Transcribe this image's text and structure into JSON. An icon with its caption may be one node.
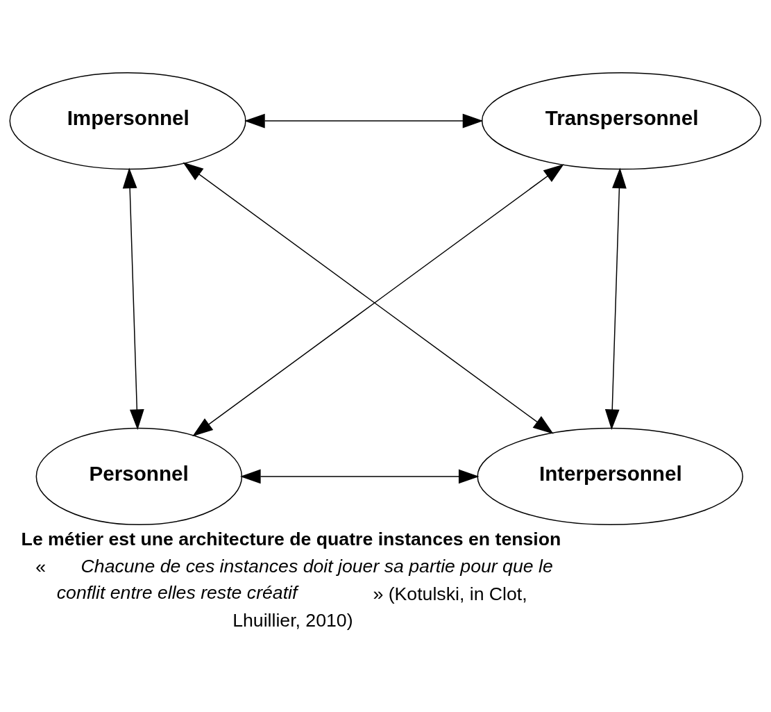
{
  "diagram": {
    "caption": "**Le métier est une architecture de quatre instances en tension** « *Chacune de ces instances doit jouer sa partie pour que le conflit entre elles reste créatif* » (Kotulski, in Clot, Lhuillier, 2010)",
    "nodes": [
      {
        "text": [
          "Impersonnel"
        ]
      },
      {
        "text": [
          "Transpersonnel"
        ]
      },
      {
        "text": [
          "Personnel"
        ]
      },
      {
        "text": [
          "Interpersonnel"
        ]
      }
    ],
    "edges": [
      {
        "from": 0,
        "to": 1,
        "arrow": "both"
      },
      {
        "from": 0,
        "to": 2,
        "arrow": "both"
      },
      {
        "from": 0,
        "to": 3,
        "arrow": "both"
      },
      {
        "from": 1,
        "to": 2,
        "arrow": "both"
      },
      {
        "from": 1,
        "to": 3,
        "arrow": "both"
      },
      {
        "from": 2,
        "to": 3,
        "arrow": "both"
      }
    ]
  }
}
